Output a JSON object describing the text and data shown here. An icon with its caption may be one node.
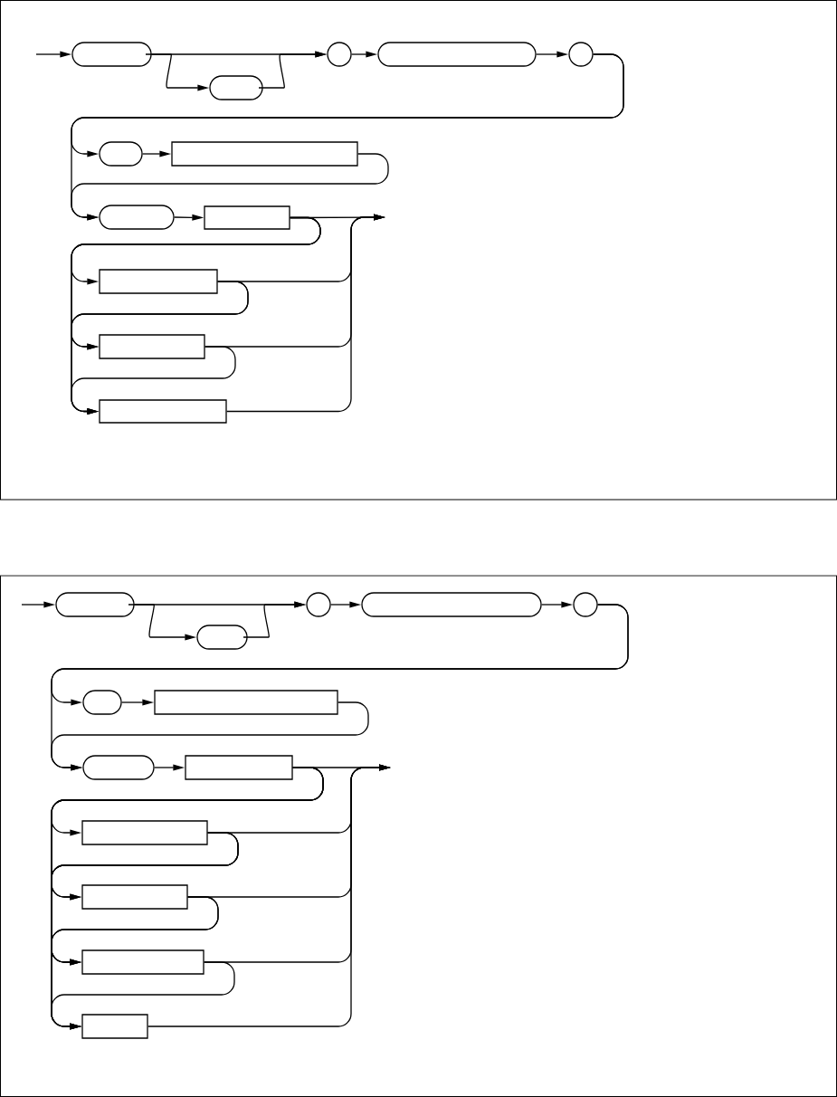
{
  "diagram": {
    "nodes": [
      {
        "text": [],
        "shape": "oval"
      },
      {
        "text": [],
        "shape": "oval"
      },
      {
        "text": [],
        "shape": "circle"
      },
      {
        "text": [],
        "shape": "oval"
      },
      {
        "text": [],
        "shape": "circle"
      },
      {
        "text": [],
        "shape": "oval"
      },
      {
        "text": [],
        "shape": "box"
      },
      {
        "text": [],
        "shape": "oval"
      },
      {
        "text": [],
        "shape": "box"
      },
      {
        "text": [],
        "shape": "box"
      },
      {
        "text": [],
        "shape": "box"
      },
      {
        "text": [],
        "shape": "box"
      },
      {
        "text": [],
        "shape": "oval"
      },
      {
        "text": [],
        "shape": "oval"
      },
      {
        "text": [],
        "shape": "circle"
      },
      {
        "text": [],
        "shape": "oval"
      },
      {
        "text": [],
        "shape": "circle"
      },
      {
        "text": [],
        "shape": "oval"
      },
      {
        "text": [],
        "shape": "box"
      },
      {
        "text": [],
        "shape": "oval"
      },
      {
        "text": [],
        "shape": "box"
      },
      {
        "text": [],
        "shape": "box"
      },
      {
        "text": [],
        "shape": "box"
      },
      {
        "text": [],
        "shape": "box"
      },
      {
        "text": [],
        "shape": "box"
      }
    ],
    "edges": [
      {
        "from": null,
        "to": 0,
        "arrow": "to"
      },
      {
        "from": 0,
        "to": 2,
        "arrow": "to"
      },
      {
        "from": 0,
        "to": 1,
        "arrow": "to"
      },
      {
        "from": 1,
        "to": 2,
        "arrow": "to"
      },
      {
        "from": 2,
        "to": 3,
        "arrow": "to"
      },
      {
        "from": 3,
        "to": 4,
        "arrow": "to"
      },
      {
        "from": 4,
        "to": 5,
        "arrow": "to"
      },
      {
        "from": 4,
        "to": 7,
        "arrow": "to"
      },
      {
        "from": 5,
        "to": 6,
        "arrow": "to"
      },
      {
        "from": 6,
        "to": 7,
        "arrow": "to"
      },
      {
        "from": 7,
        "to": 8,
        "arrow": "to"
      },
      {
        "from": 8,
        "to": null,
        "arrow": "to"
      },
      {
        "from": 8,
        "to": 9,
        "arrow": "to"
      },
      {
        "from": 8,
        "to": 10,
        "arrow": "to"
      },
      {
        "from": 8,
        "to": 11,
        "arrow": "to"
      },
      {
        "from": 9,
        "to": null,
        "arrow": "to"
      },
      {
        "from": 9,
        "to": 10,
        "arrow": "to"
      },
      {
        "from": 9,
        "to": 11,
        "arrow": "to"
      },
      {
        "from": 10,
        "to": null,
        "arrow": "to"
      },
      {
        "from": 10,
        "to": 11,
        "arrow": "to"
      },
      {
        "from": 11,
        "to": null,
        "arrow": "to"
      },
      {
        "from": null,
        "to": 12,
        "arrow": "to"
      },
      {
        "from": 12,
        "to": 14,
        "arrow": "to"
      },
      {
        "from": 12,
        "to": 13,
        "arrow": "to"
      },
      {
        "from": 13,
        "to": 14,
        "arrow": "to"
      },
      {
        "from": 14,
        "to": 15,
        "arrow": "to"
      },
      {
        "from": 15,
        "to": 16,
        "arrow": "to"
      },
      {
        "from": 16,
        "to": 17,
        "arrow": "to"
      },
      {
        "from": 16,
        "to": 19,
        "arrow": "to"
      },
      {
        "from": 17,
        "to": 18,
        "arrow": "to"
      },
      {
        "from": 18,
        "to": 19,
        "arrow": "to"
      },
      {
        "from": 19,
        "to": 20,
        "arrow": "to"
      },
      {
        "from": 20,
        "to": null,
        "arrow": "to"
      },
      {
        "from": 20,
        "to": 21,
        "arrow": "to"
      },
      {
        "from": 20,
        "to": 22,
        "arrow": "to"
      },
      {
        "from": 20,
        "to": 23,
        "arrow": "to"
      },
      {
        "from": 20,
        "to": 24,
        "arrow": "to"
      },
      {
        "from": 21,
        "to": null,
        "arrow": "to"
      },
      {
        "from": 21,
        "to": 22,
        "arrow": "to"
      },
      {
        "from": 21,
        "to": 23,
        "arrow": "to"
      },
      {
        "from": 21,
        "to": 24,
        "arrow": "to"
      },
      {
        "from": 22,
        "to": null,
        "arrow": "to"
      },
      {
        "from": 22,
        "to": 23,
        "arrow": "to"
      },
      {
        "from": 22,
        "to": 24,
        "arrow": "to"
      },
      {
        "from": 23,
        "to": null,
        "arrow": "to"
      },
      {
        "from": 23,
        "to": 24,
        "arrow": "to"
      },
      {
        "from": 24,
        "to": null,
        "arrow": "to"
      }
    ]
  }
}
